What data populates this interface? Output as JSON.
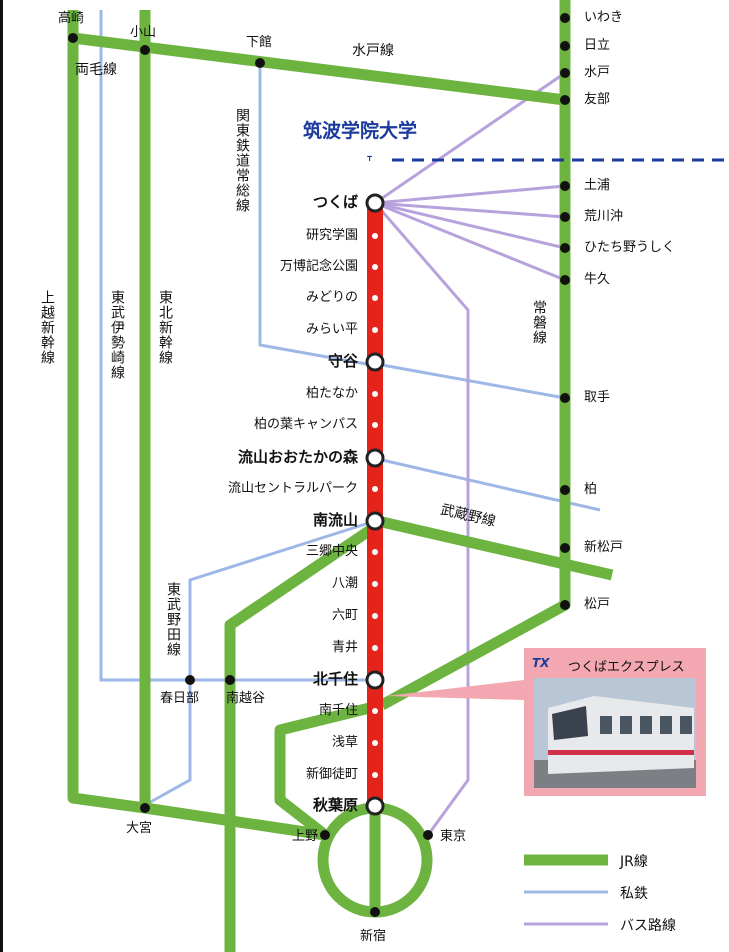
{
  "colors": {
    "jr": "#6cb33f",
    "private_rail": "#9db8e6",
    "bus": "#b7a2dc",
    "tx": "#e4241b",
    "tx_box": "#f2a7b1",
    "campus_text": "#1b3a9e"
  },
  "campus": {
    "name": "筑波学院大学"
  },
  "tx_stations": [
    {
      "name": "つくば",
      "major": true
    },
    {
      "name": "研究学園",
      "major": false
    },
    {
      "name": "万博記念公園",
      "major": false
    },
    {
      "name": "みどりの",
      "major": false
    },
    {
      "name": "みらい平",
      "major": false
    },
    {
      "name": "守谷",
      "major": true
    },
    {
      "name": "柏たなか",
      "major": false
    },
    {
      "name": "柏の葉キャンパス",
      "major": false
    },
    {
      "name": "流山おおたかの森",
      "major": true
    },
    {
      "name": "流山セントラルパーク",
      "major": false
    },
    {
      "name": "南流山",
      "major": true
    },
    {
      "name": "三郷中央",
      "major": false
    },
    {
      "name": "八潮",
      "major": false
    },
    {
      "name": "六町",
      "major": false
    },
    {
      "name": "青井",
      "major": false
    },
    {
      "name": "北千住",
      "major": true
    },
    {
      "name": "南千住",
      "major": false
    },
    {
      "name": "浅草",
      "major": false
    },
    {
      "name": "新御徒町",
      "major": false
    },
    {
      "name": "秋葉原",
      "major": true
    }
  ],
  "joban_stations": [
    "いわき",
    "日立",
    "水戸",
    "友部",
    "土浦",
    "荒川沖",
    "ひたち野うしく",
    "牛久",
    "取手",
    "柏",
    "新松戸",
    "松戸"
  ],
  "other_stations": {
    "takasaki": "高崎",
    "oyama": "小山",
    "shimodate": "下館",
    "kasukabe": "春日部",
    "minamikoshigaya": "南越谷",
    "omiya": "大宮",
    "ueno": "上野",
    "tokyo": "東京",
    "shinjuku": "新宿"
  },
  "line_labels": {
    "mito": "水戸線",
    "ryomo": "両毛線",
    "kanto": "関東鉄道常総線",
    "joetsu": "上越新幹線",
    "tobu_isesaki": "東武伊勢崎線",
    "tohoku": "東北新幹線",
    "joban": "常磐線",
    "musashino": "武蔵野線",
    "tobu_noda": "東武野田線"
  },
  "tx_box": {
    "logo": "TX",
    "name": "つくばエクスプレス"
  },
  "legend": [
    {
      "label": "JR線",
      "type": "jr"
    },
    {
      "label": "私鉄",
      "type": "private_rail"
    },
    {
      "label": "バス路線",
      "type": "bus"
    }
  ]
}
